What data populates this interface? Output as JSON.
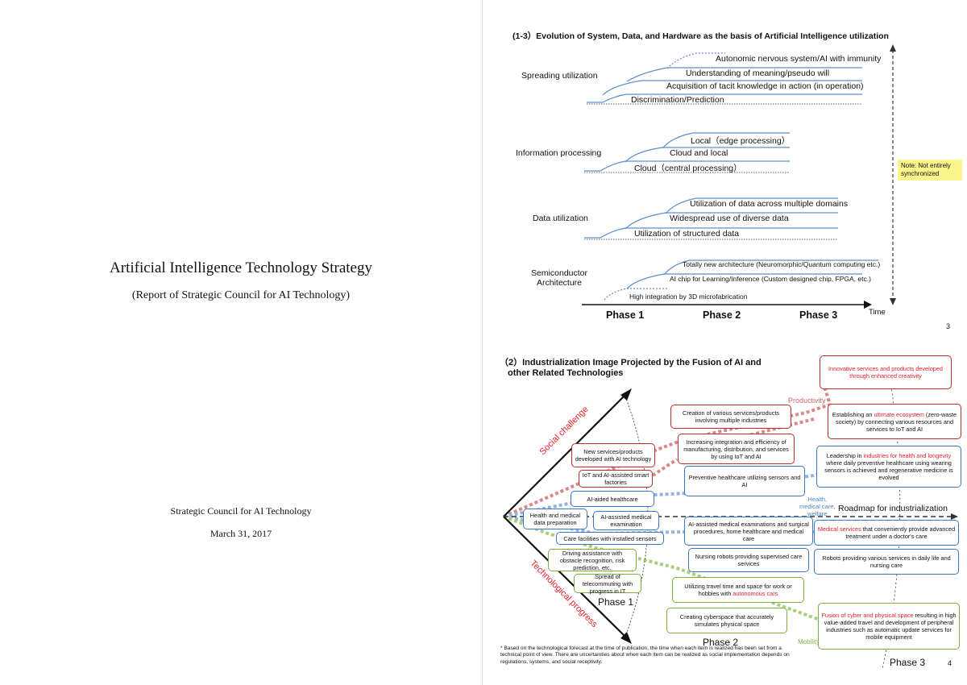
{
  "cover": {
    "title": "Artificial Intelligence Technology Strategy",
    "subtitle": "(Report of Strategic Council for AI Technology)",
    "council": "Strategic Council for AI Technology",
    "date": "March 31, 2017"
  },
  "slide1": {
    "title": "(1-3）Evolution of System, Data, and Hardware as the basis of Artificial Intelligence utilization",
    "categories": [
      {
        "label": "Spreading utilization",
        "items": [
          "Autonomic nervous system/AI with immunity",
          "Understanding of meaning/pseudo will",
          "Acquisition of tacit knowledge in action (in operation)",
          "Discrimination/Prediction"
        ]
      },
      {
        "label": "Information processing",
        "items": [
          "Local（edge processing）",
          "Cloud and local",
          "Cloud（central processing）"
        ]
      },
      {
        "label": "Data utilization",
        "items": [
          "Utilization of data across multiple domains",
          "Widespread use of diverse data",
          "Utilization of structured data"
        ]
      },
      {
        "label_lines": [
          "Semiconductor",
          "Architecture"
        ],
        "items": [
          "Totally new architecture (Neuromorphic/Quantum computing etc.)",
          "AI chip for Learning/Inference (Custom designed chip, FPGA, etc.)",
          "High integration by 3D microfabrication"
        ]
      }
    ],
    "note": "Note: Not entirely synchronized",
    "phases": [
      "Phase 1",
      "Phase 2",
      "Phase 3"
    ],
    "axis_label": "Time",
    "page_number": "3"
  },
  "slide2": {
    "title_lines": [
      "（2）Industrialization Image Projected by the Fusion of AI and",
      "other Related Technologies"
    ],
    "social_challenge": "Social challenge",
    "technological_progress": "Technological progress",
    "productivity": "Productivity",
    "health_lines": [
      "Health,",
      "medical care,",
      "welfare"
    ],
    "roadmap": "Roadmap for industrialization",
    "mobility": "Mobility",
    "phases": [
      "Phase 1",
      "Phase 2",
      "Phase 3"
    ],
    "boxes": {
      "p1_new_services": "New services/products developed with AI technology",
      "p1_iot": "IoT and AI-assisted smart factories",
      "p1_ai_health": "AI-aided healthcare",
      "p1_health_data": "Health and medical data preparation",
      "p1_ai_exam": "AI-assisted medical examination",
      "p1_care": "Care facilities with installed sensors",
      "p1_driving": "Driving assistance with obstacle recognition, risk prediction, etc.",
      "p1_telecom": "Spread of telecommuting with progress in IT",
      "p2_creation": "Creation of various services/products involving multiple industries",
      "p2_integration": "Increasing integration and efficiency of manufacturing, distribution, and services by using IoT and AI",
      "p2_preventive": "Preventive healthcare utilizing sensors and AI",
      "p2_exams": "AI-assisted medical examinations and surgical procedures, home healthcare and medical care",
      "p2_nursing": "Nursing robots providing supervised care services",
      "p2_travel_a": "Utilizing travel time and space for work or hobbies with ",
      "p2_travel_b": "autonomous cars",
      "p2_cyber": "Creating cyberspace that accurately simulates physical space",
      "p3_innovative": "Innovative services and products developed through enhanced creativity",
      "p3_eco_a": "Establishing an ",
      "p3_eco_b": "ultimate ecosystem",
      "p3_eco_c": " (zero-waste society) by connecting various resources and services to IoT and AI",
      "p3_lead_a": "Leadership in ",
      "p3_lead_b": "industries for health and longevity",
      "p3_lead_c": " where daily preventive healthcare using wearing sensors is achieved and regenerative medicine is evolved",
      "p3_med_a": "Medical services",
      "p3_med_b": " that conveniently provide advanced treatment under a doctor's care",
      "p3_robots": "Robots providing various services in daily life and nursing care",
      "p3_fusion_a": "Fusion of cyber and physical space",
      "p3_fusion_b": " resulting in high value-added travel and development of peripheral industries such as automatic update services for mobile equipment"
    },
    "footnote": "* Based on the technological forecast at the time of publication, the time when each item is realized has been set from a technical point of view. There are uncertainties about when each item can be realized as social implementation depends on regulations, systems, and social receptivity.",
    "page_number": "4"
  },
  "colors": {
    "red": "#c9252c",
    "blue": "#3a78c2",
    "green": "#7aae3c",
    "curve": "#5b8fd0",
    "note": "#fbf58b"
  }
}
